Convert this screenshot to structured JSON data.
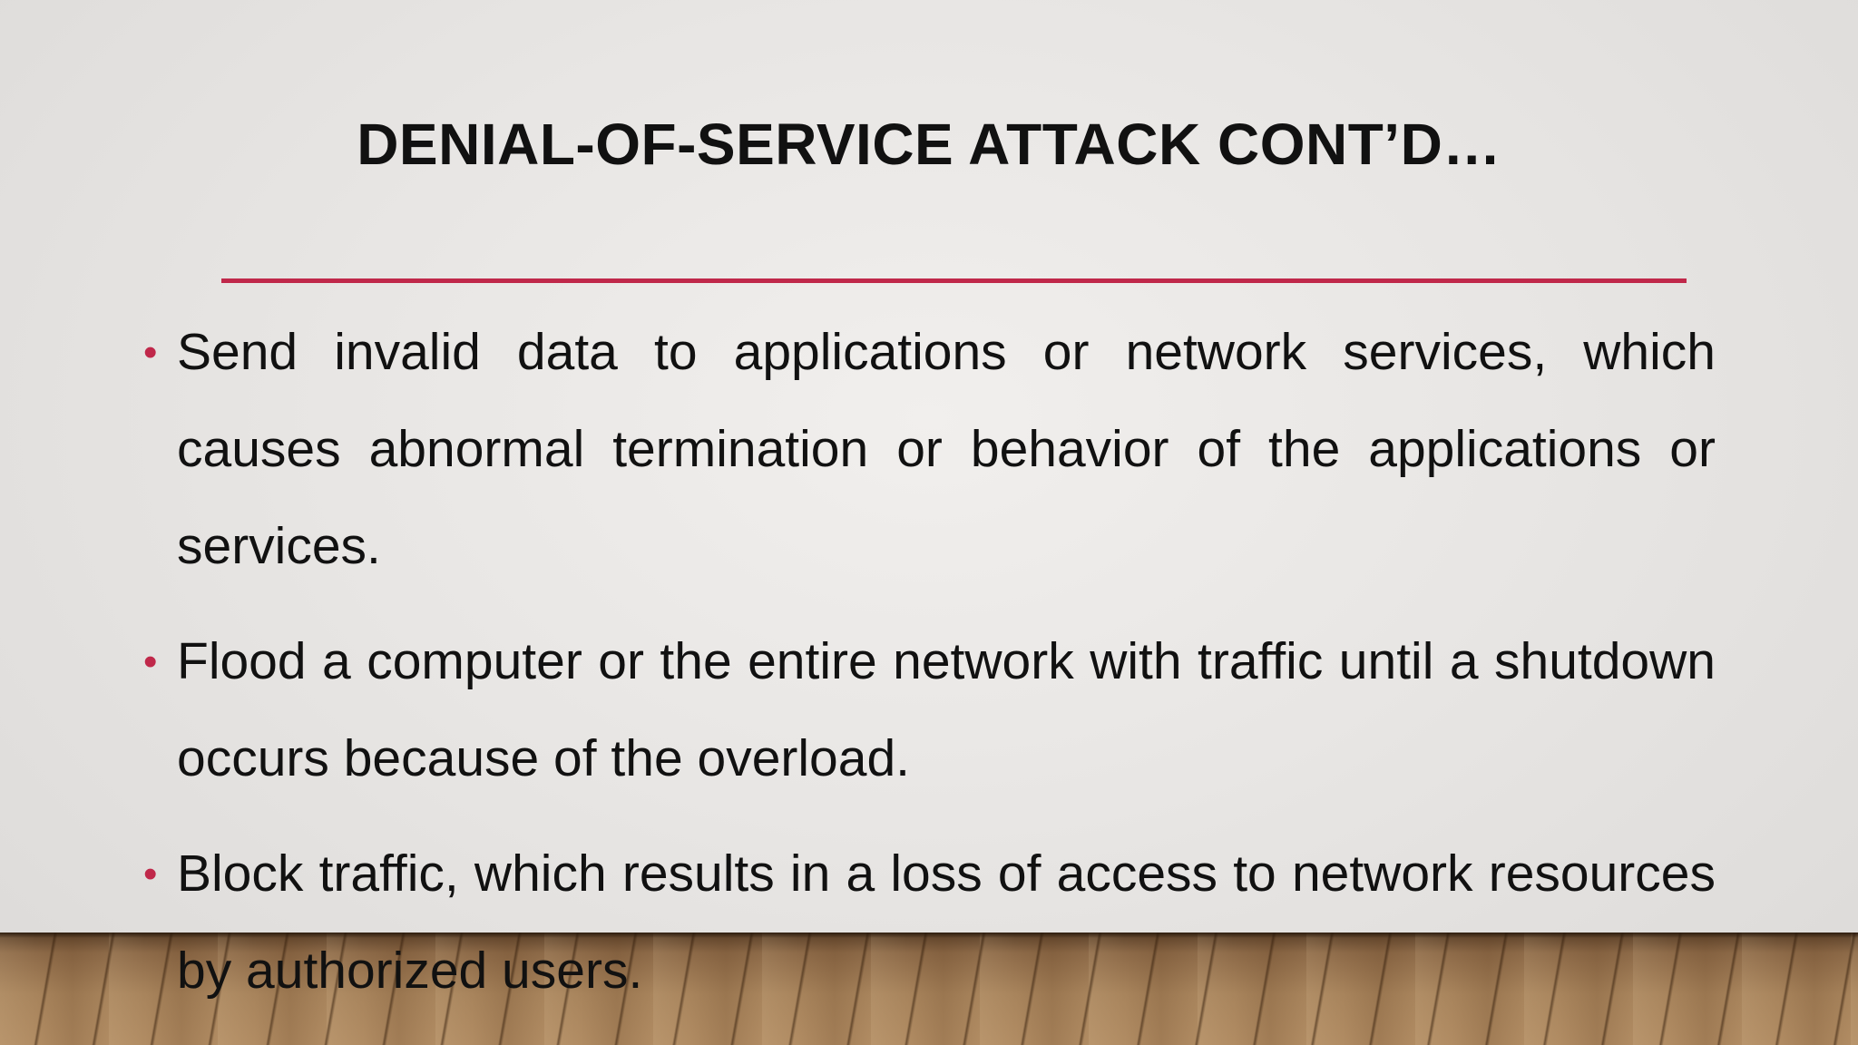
{
  "slide": {
    "title": "DENIAL-OF-SERVICE ATTACK CONT’D…",
    "accent_color": "#c0284a",
    "bullets": [
      {
        "marker": "•",
        "text": "Send invalid data to applications or network services, which causes abnormal termination or behavior of the applications or services."
      },
      {
        "marker": "•",
        "text": "Flood a computer or the entire network with traffic until a shutdown occurs because of the overload."
      },
      {
        "marker": "•",
        "text": "Block traffic, which results in a loss of access to network resources by authorized users."
      }
    ]
  }
}
